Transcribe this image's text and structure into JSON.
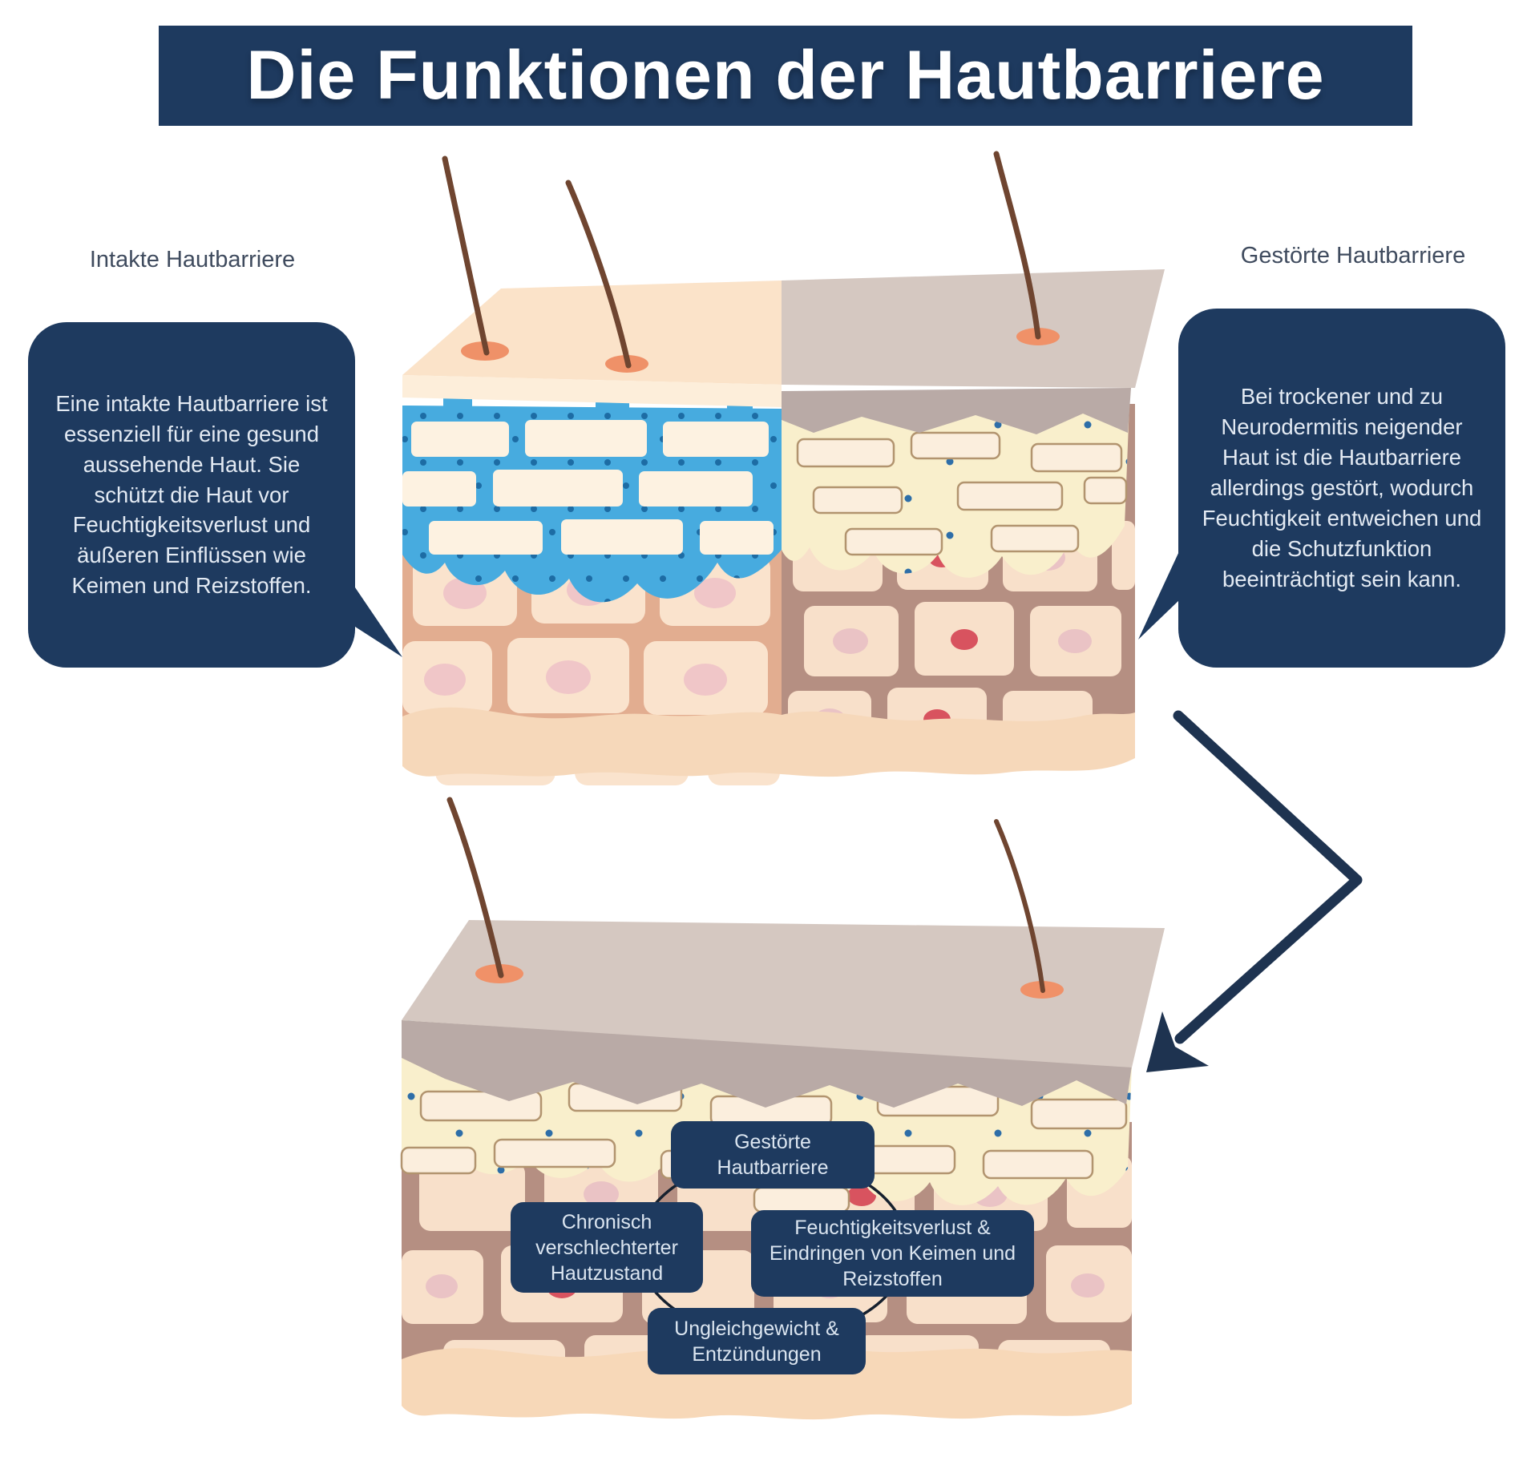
{
  "title": "Die Funktionen der Hautbarriere",
  "labels": {
    "left": "Intakte Hautbarriere",
    "right": "Gestörte Hautbarriere"
  },
  "callouts": {
    "intact": "Eine intakte Hautbarriere ist essenziell für eine gesund aussehende Haut. Sie schützt die Haut vor Feuchtigkeitsverlust und äußeren Einflüssen wie Keimen und Reizstoffen.",
    "disturbed": "Bei trockener und zu Neurodermitis neigender Haut ist die Hautbarriere allerdings gestört, wodurch Feuchtigkeit entweichen und die Schutzfunktion beeinträchtigt sein kann."
  },
  "cycle": {
    "top": "Gestörte Hautbarriere",
    "left": "Chronisch verschlechterter Hautzustand",
    "right": "Feuchtigkeitsverlust & Eindringen von Keimen und Reizstoffen",
    "bottom": "Ungleichgewicht & Entzündungen"
  },
  "colors": {
    "navy": "#1e3a5f",
    "arrow": "#1e3350",
    "intact_lipid_blue": "#47abdf",
    "lipid_dot_blue": "#1d6ca4",
    "disturbed_layer_yellow": "#f9efcc",
    "dry_surface_gray": "#d5c8c1",
    "skin_peach": "#fbe3c9",
    "cell_cream": "#fae3cd",
    "mortar_intact": "#e2ad90",
    "mortar_disturbed": "#b58f82",
    "inflamed_red": "#d8535f",
    "follicle_orange": "#ef9168",
    "hair_brown": "#6f4530"
  }
}
